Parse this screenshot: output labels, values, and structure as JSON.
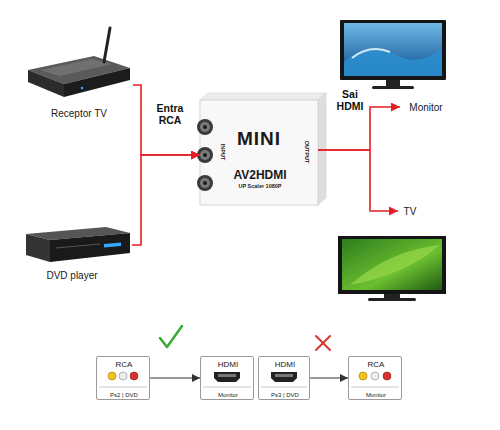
{
  "diagram": {
    "nodes": [
      {
        "text": [
          "Receptor TV"
        ]
      },
      {
        "text": [
          "INPUT",
          "MINI",
          "AV2HDMI",
          "UP Scaler 1080P",
          "OUTPUT"
        ]
      },
      {
        "text": [
          "Monitor"
        ]
      },
      {
        "text": [
          "TV"
        ]
      },
      {
        "text": [
          "DVD player"
        ]
      },
      {
        "text": [
          "RCA",
          "Ps2 | DVD"
        ]
      },
      {
        "text": [
          "HDMI",
          "Monitor"
        ]
      },
      {
        "text": [
          "HDMI",
          "Ps3 | DVD"
        ]
      },
      {
        "text": [
          "RCA",
          "Monitor"
        ]
      }
    ],
    "edges": [
      {
        "from": 0,
        "to": 1,
        "arrow": "to",
        "label": "Entra RCA"
      },
      {
        "from": 4,
        "to": 1,
        "arrow": "to"
      },
      {
        "from": 1,
        "to": 2,
        "arrow": "to",
        "label": "Sai HDMI"
      },
      {
        "from": 1,
        "to": 3,
        "arrow": "to"
      },
      {
        "from": 5,
        "to": 6,
        "arrow": "to"
      },
      {
        "from": 7,
        "to": 8,
        "arrow": "to"
      }
    ]
  }
}
